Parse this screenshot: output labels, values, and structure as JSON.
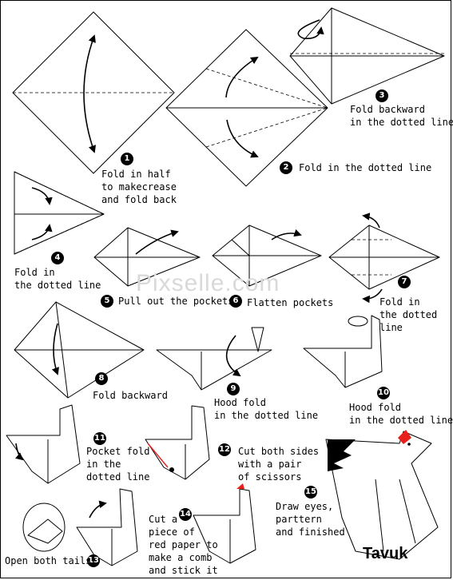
{
  "title": "Tavuk",
  "watermark": "Pixselle.com",
  "steps": [
    {
      "n": "1",
      "text": "Fold in half\nto makecrease\nand fold back"
    },
    {
      "n": "2",
      "text": "Fold in the dotted line"
    },
    {
      "n": "3",
      "text": "Fold backward\nin the dotted line"
    },
    {
      "n": "4",
      "text": "Fold in\nthe dotted line"
    },
    {
      "n": "5",
      "text": "Pull out the pockets"
    },
    {
      "n": "6",
      "text": "Flatten pockets"
    },
    {
      "n": "7",
      "text": "Fold in\nthe dotted\nline"
    },
    {
      "n": "8",
      "text": "Fold backward"
    },
    {
      "n": "9",
      "text": "Hood fold\nin the dotted line"
    },
    {
      "n": "10",
      "text": "Hood fold\nin the dotted line"
    },
    {
      "n": "11",
      "text": "Pocket fold\nin the\ndotted line"
    },
    {
      "n": "12",
      "text": "Cut both sides\nwith a pair\nof scissors"
    },
    {
      "n": "13",
      "text": "Open both tails"
    },
    {
      "n": "14",
      "text": "Cut a\npiece of\nred paper to\nmake a comb\nand stick it"
    },
    {
      "n": "15",
      "text": "Draw eyes,\nparttern\nand finished"
    }
  ],
  "colors": {
    "comb": "#e8201c",
    "ink": "#000000",
    "paper": "#ffffff",
    "watermark": "#d9d9d9"
  }
}
